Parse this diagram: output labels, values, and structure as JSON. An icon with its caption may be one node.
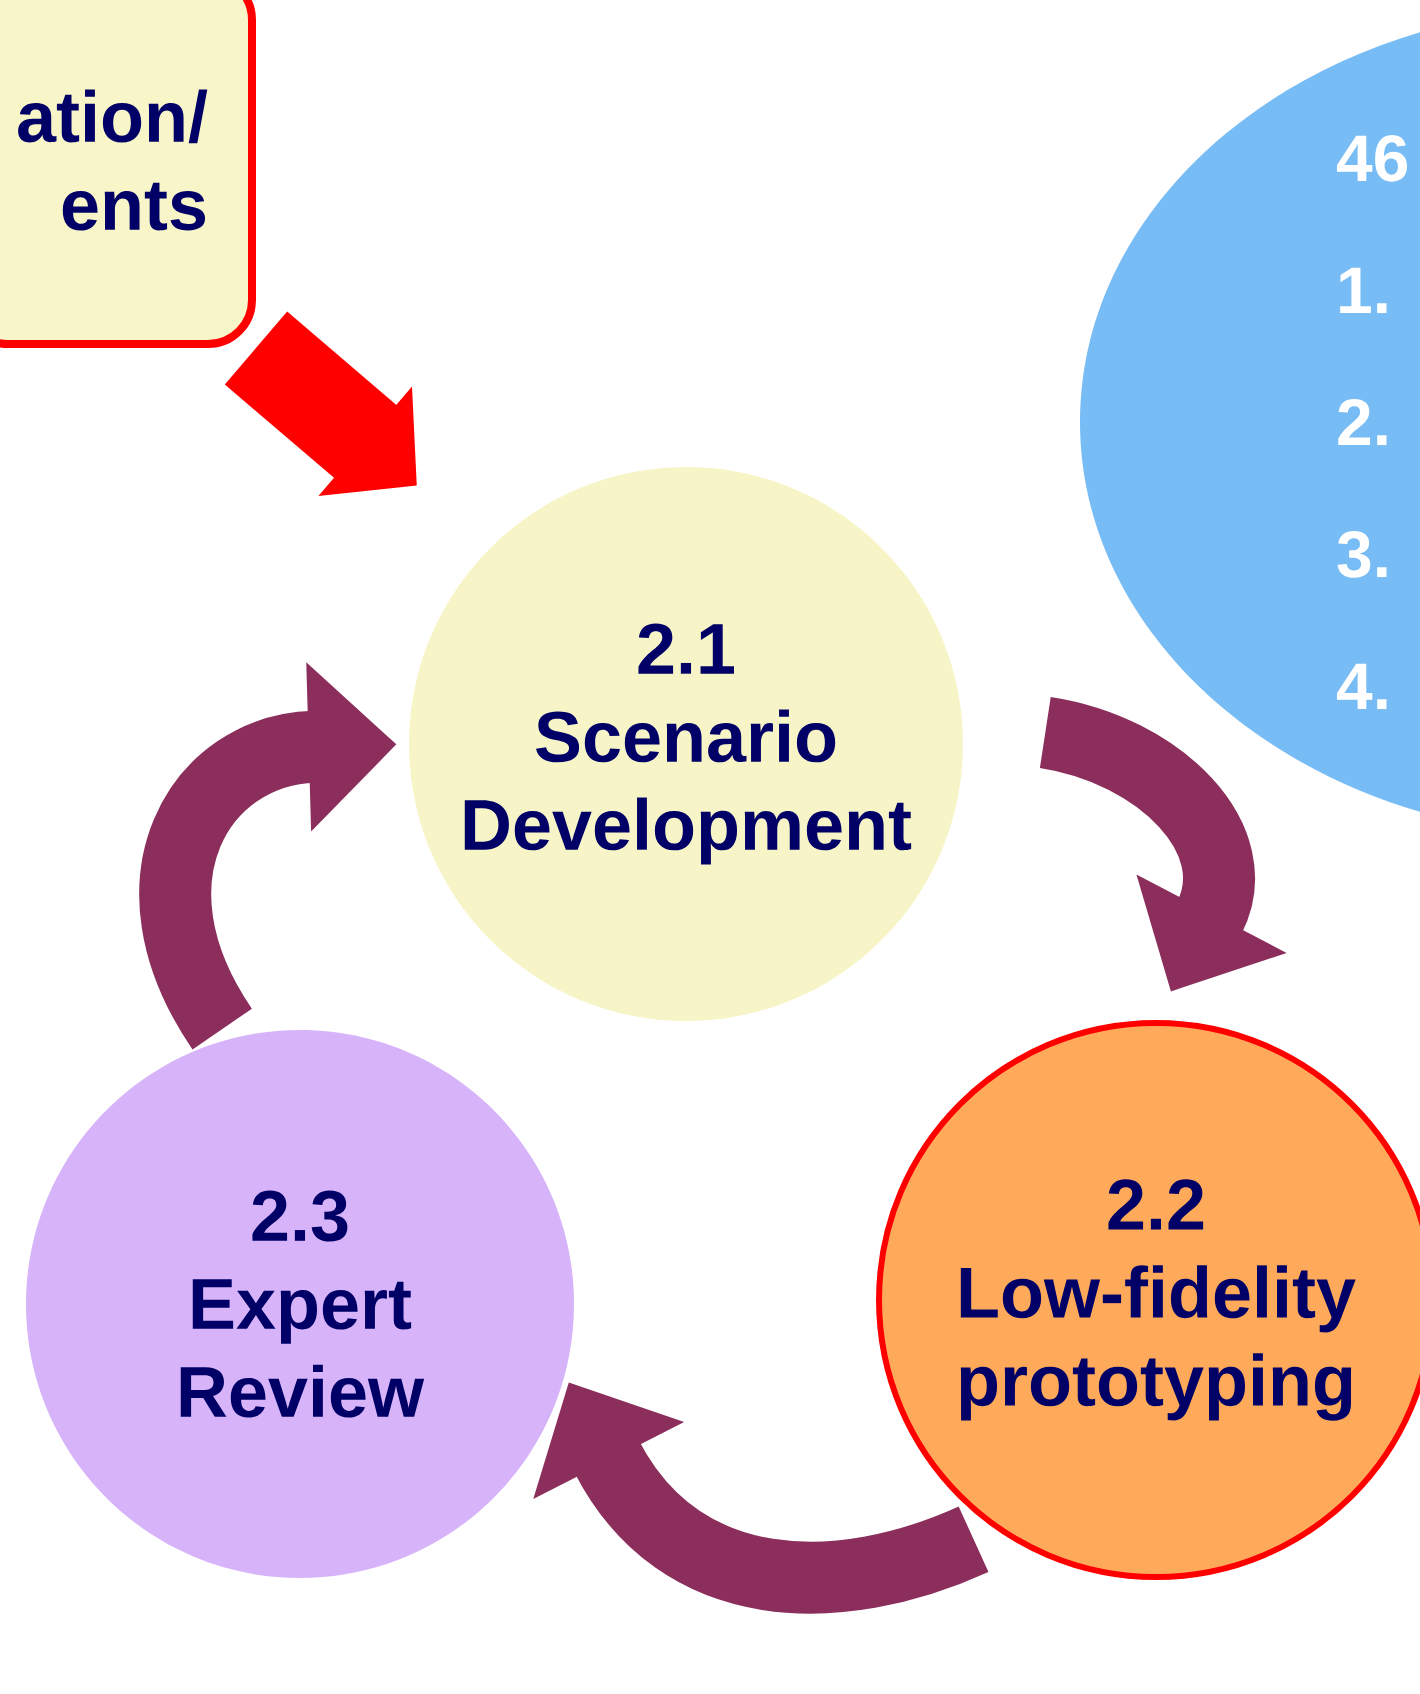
{
  "diagram": {
    "nodes": [
      {
        "text": [
          "ation/ ents"
        ]
      },
      {
        "text": [
          "2.1",
          "Scenario Development"
        ]
      },
      {
        "text": [
          "2.2",
          "Low-fidelity prototyping"
        ]
      },
      {
        "text": [
          "2.3",
          "Expert Review"
        ]
      },
      {
        "text": [
          "46",
          "1.",
          "2.",
          "3.",
          "4."
        ]
      }
    ],
    "edges": [
      {
        "from": 0,
        "to": 1,
        "arrow": "to",
        "color": "#ff0000"
      },
      {
        "from": 1,
        "to": 2,
        "arrow": "to"
      },
      {
        "from": 2,
        "to": 3,
        "arrow": "to"
      },
      {
        "from": 3,
        "to": 1,
        "arrow": "to"
      }
    ]
  }
}
